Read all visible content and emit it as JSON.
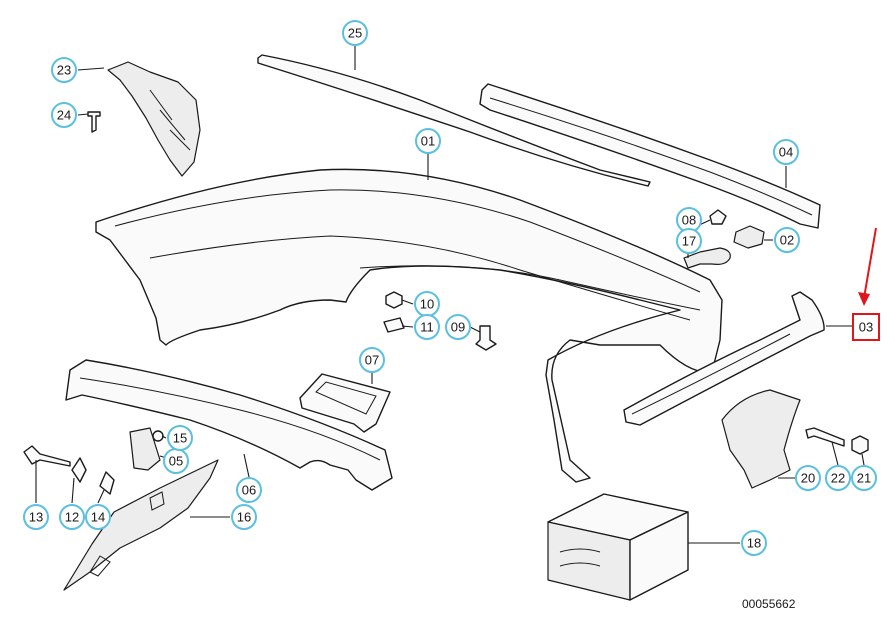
{
  "diagram": {
    "reference_code": "00055662",
    "highlight_color": "#e0161b",
    "callout_color": "#5bbfe0",
    "callouts": [
      {
        "label": "01"
      },
      {
        "label": "02"
      },
      {
        "label": "03"
      },
      {
        "label": "04"
      },
      {
        "label": "05"
      },
      {
        "label": "06"
      },
      {
        "label": "07"
      },
      {
        "label": "08"
      },
      {
        "label": "09"
      },
      {
        "label": "10"
      },
      {
        "label": "11"
      },
      {
        "label": "12"
      },
      {
        "label": "13"
      },
      {
        "label": "14"
      },
      {
        "label": "15"
      },
      {
        "label": "16"
      },
      {
        "label": "17"
      },
      {
        "label": "18"
      },
      {
        "label": "20"
      },
      {
        "label": "21"
      },
      {
        "label": "22"
      },
      {
        "label": "23"
      },
      {
        "label": "24"
      },
      {
        "label": "25"
      }
    ],
    "highlighted_label": "03"
  }
}
